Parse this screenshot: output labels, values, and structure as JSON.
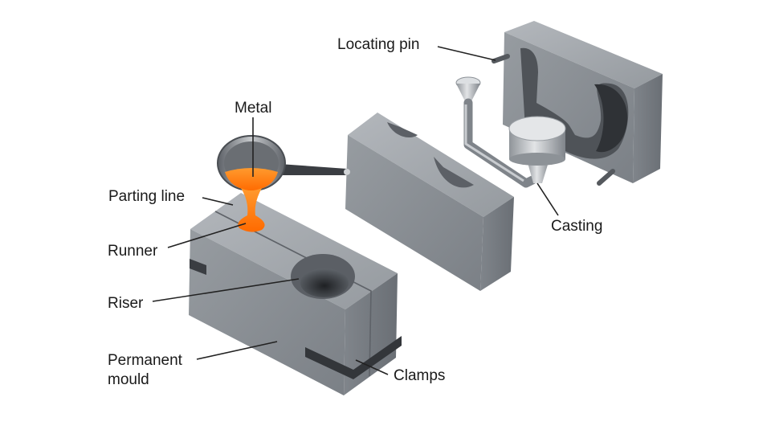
{
  "labels": {
    "locating_pin": "Locating pin",
    "metal": "Metal",
    "parting_line": "Parting line",
    "runner": "Runner",
    "riser": "Riser",
    "permanent_mould_line1": "Permanent",
    "permanent_mould_line2": "mould",
    "clamps": "Clamps",
    "casting": "Casting"
  },
  "colors": {
    "steel_top": "#a4a8ad",
    "steel_front": "#8a8f95",
    "steel_side": "#73787e",
    "steel_dark": "#55595e",
    "cavity": "#4a4e53",
    "clamp": "#3a3d42",
    "molten_metal": "#ff7a12",
    "leader": "#222222"
  }
}
